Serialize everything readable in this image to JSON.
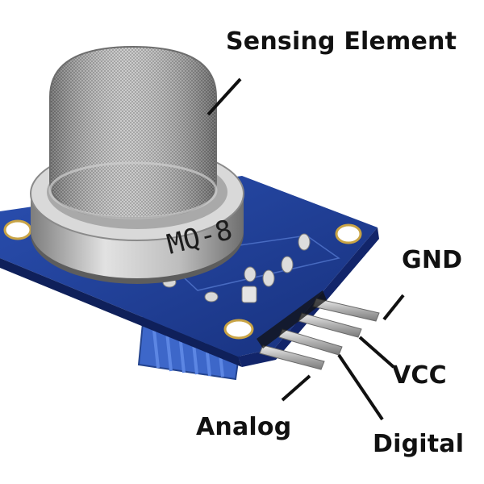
{
  "labels": {
    "sensing_element": "Sensing Element",
    "gnd": "GND",
    "vcc": "VCC",
    "analog": "Analog",
    "digital": "Digital"
  },
  "module": {
    "marking": "MQ-8"
  },
  "colors": {
    "pcb": "#1f3f9a",
    "pot": "#3c66c8",
    "metal": "#b9b9b9",
    "pins": "#c8c8c8",
    "text": "#111111"
  }
}
